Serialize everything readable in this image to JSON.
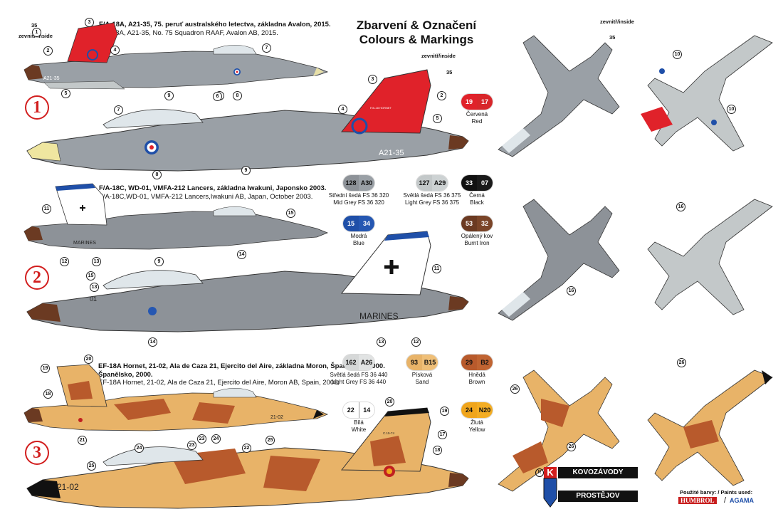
{
  "title": {
    "line1": "Zbarvení & Označení",
    "line2": "Colours & Markings"
  },
  "schemes": [
    {
      "number": "1",
      "caption_cz": "F/A-18A, A21-35, 75. peruť australského letectva, základna Avalon, 2015.",
      "caption_en": "F/A-18A, A21-35, No. 75 Squadron RAAF, Avalon AB, 2015.",
      "serial": "A21-35",
      "tail_text": "F/A-18 HORNET"
    },
    {
      "number": "2",
      "caption_cz": "F/A-18C, WD-01, VMFA-212 Lancers, základna Iwakuni, Japonsko 2003.",
      "caption_en": "F/A-18C,WD-01, VMFA-212 Lancers,Iwakuni AB, Japan, October 2003.",
      "fuselage_text": "MARINES",
      "nose_number": "01"
    },
    {
      "number": "3",
      "caption_cz": "EF-18A Hornet, 21-02, Ala de Caza 21, Ejercito del Aire, základna Moron, Španělsko, 2000.",
      "caption_en": "EF-18A Hornet, 21-02, Ala de Caza 21, Ejercito del Aire, Moron AB, Spain, 2000.",
      "serial": "21-02",
      "tail_text": "C.15-74"
    }
  ],
  "inside_label": "zevnitř/inside",
  "inside_number": "35",
  "paints": [
    {
      "a": "19",
      "b": "17",
      "cz": "Červená",
      "en": "Red",
      "color_a": "#e0222a",
      "color_b": "#d8262a",
      "text": "#ffffff"
    },
    {
      "a": "128",
      "b": "A30",
      "cz": "Střední šedá FS 36 320",
      "en": "Mid Grey FS 36 320",
      "color_a": "#8d9298",
      "color_b": "#9aa0a6",
      "text": "#111111"
    },
    {
      "a": "127",
      "b": "A29",
      "cz": "Světlá šedá FS 36 375",
      "en": "Light Grey FS 36 375",
      "color_a": "#c3c8c9",
      "color_b": "#cdd2d3",
      "text": "#111111"
    },
    {
      "a": "33",
      "b": "07",
      "cz": "Černá",
      "en": "Black",
      "color_a": "#111111",
      "color_b": "#1a1a1a",
      "text": "#ffffff"
    },
    {
      "a": "15",
      "b": "34",
      "cz": "Modrá",
      "en": "Blue",
      "color_a": "#1f4fa8",
      "color_b": "#2557b2",
      "text": "#ffffff"
    },
    {
      "a": "53",
      "b": "32",
      "cz": "Opálený kov",
      "en": "Burnt Iron",
      "color_a": "#6b3a22",
      "color_b": "#7a4428",
      "text": "#ffffff"
    },
    {
      "a": "162",
      "b": "A26",
      "cz": "Světlá šedá FS 36 440",
      "en": "Light Grey FS 36 440",
      "color_a": "#d6d8d8",
      "color_b": "#e1e3e3",
      "text": "#111111"
    },
    {
      "a": "93",
      "b": "B15",
      "cz": "Písková",
      "en": "Sand",
      "color_a": "#e8b368",
      "color_b": "#efbf78",
      "text": "#111111"
    },
    {
      "a": "29",
      "b": "B2",
      "cz": "Hnědá",
      "en": "Brown",
      "color_a": "#b85a2c",
      "color_b": "#c06432",
      "text": "#111111"
    },
    {
      "a": "22",
      "b": "14",
      "cz": "Bílá",
      "en": "White",
      "color_a": "#ffffff",
      "color_b": "#ffffff",
      "text": "#111111"
    },
    {
      "a": "24",
      "b": "N20",
      "cz": "Žlutá",
      "en": "Yellow",
      "color_a": "#f0a51c",
      "color_b": "#f3ad24",
      "text": "#111111"
    }
  ],
  "brand": {
    "name_top": "KOVOZÁVODY",
    "name_bottom": "PROSTĚJOV",
    "logo_letter": "K",
    "registered": "R"
  },
  "paints_used": {
    "label": "Použité barvy: / Paints used:",
    "brand1": "HUMBROL",
    "brand2": "AGAMA"
  }
}
